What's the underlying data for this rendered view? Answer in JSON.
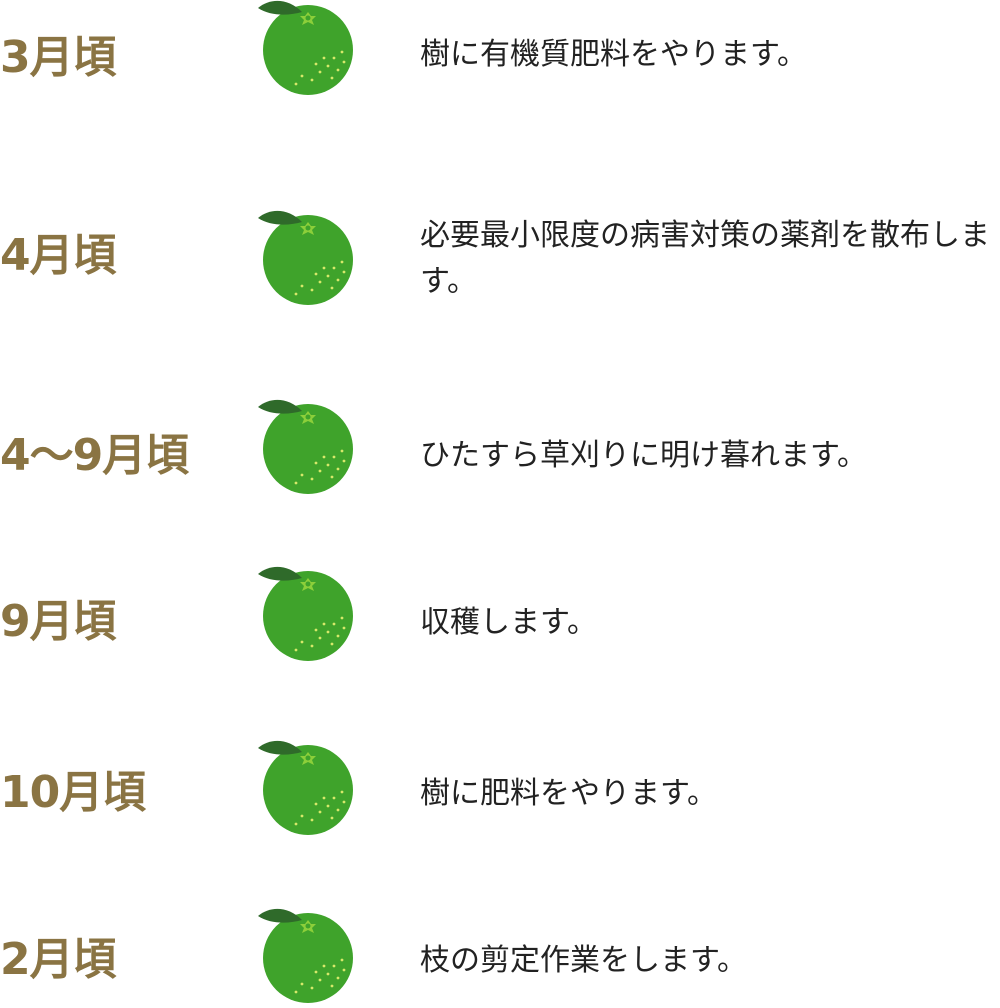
{
  "schedule": [
    {
      "period": "3月頃",
      "task": "樹に有機質肥料をやります。"
    },
    {
      "period": "4月頃",
      "task": "必要最小限度の病害対策の薬剤を散布します。"
    },
    {
      "period": "4〜9月頃",
      "task": "ひたすら草刈りに明け暮れます。"
    },
    {
      "period": "9月頃",
      "task": "収穫します。"
    },
    {
      "period": "10月頃",
      "task": "樹に肥料をやります。"
    },
    {
      "period": "2月頃",
      "task": "枝の剪定作業をします。"
    }
  ],
  "colors": {
    "period_text": "#8a7443",
    "fruit_body": "#3fa32b",
    "leaf": "#2f6a2a",
    "calyx": "#8ccf3a",
    "speckle": "#d7e86a"
  },
  "icons": {
    "fruit": "citrus-fruit-icon"
  }
}
